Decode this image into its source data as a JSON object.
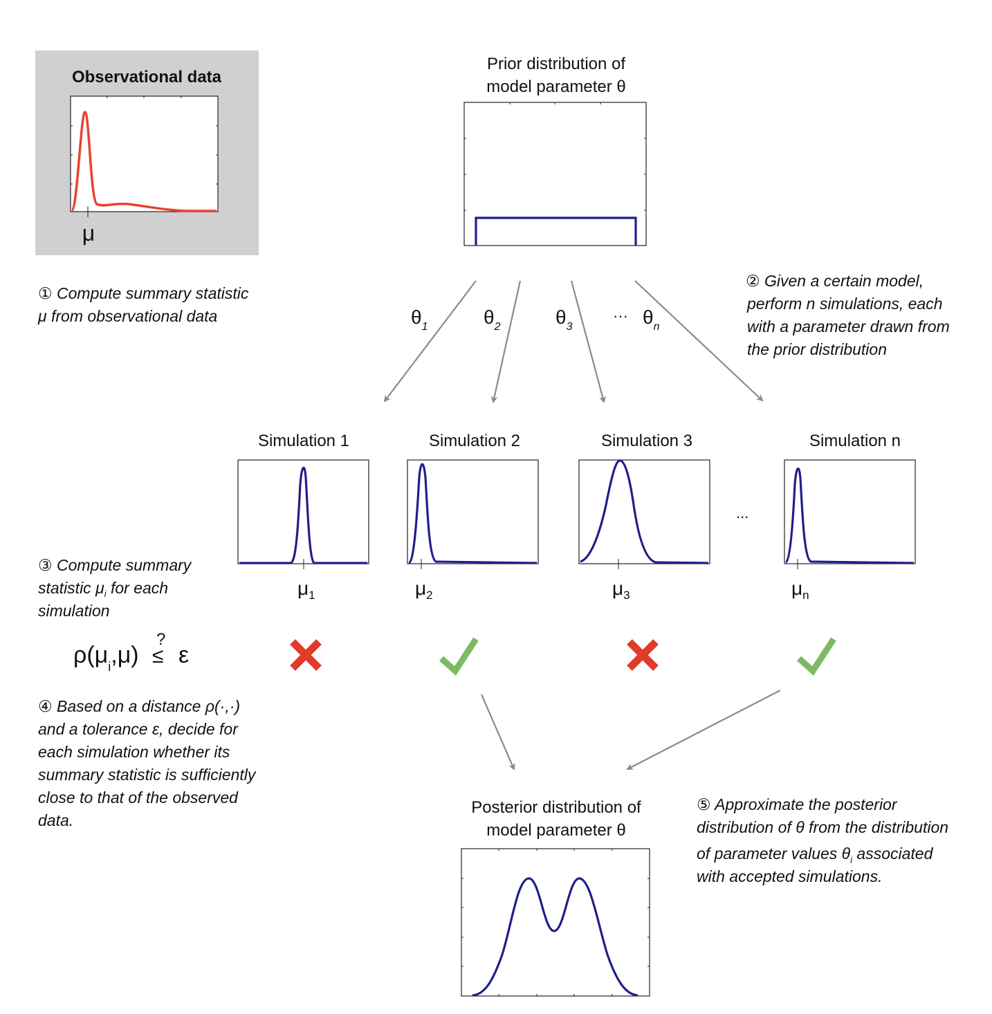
{
  "colors": {
    "observed_curve": "#e8432f",
    "model_curve": "#1f1f8a",
    "arrow": "#8a8a8a",
    "reject": "#e23b2a",
    "accept": "#7dbb63",
    "observed_panel_bg": "#d0d0d0"
  },
  "observational": {
    "title": "Observational data",
    "mu_label": "μ"
  },
  "prior": {
    "title_line1": "Prior distribution of",
    "title_line2": "model parameter θ",
    "distribution": "uniform"
  },
  "parameters": {
    "theta": "θ",
    "subscripts": [
      "1",
      "2",
      "3",
      "n"
    ],
    "ellipsis": "···"
  },
  "simulations": [
    {
      "title": "Simulation 1",
      "mu": "μ",
      "sub": "1",
      "result": "reject"
    },
    {
      "title": "Simulation 2",
      "mu": "μ",
      "sub": "2",
      "result": "accept"
    },
    {
      "title": "Simulation 3",
      "mu": "μ",
      "sub": "3",
      "result": "reject"
    },
    {
      "title": "Simulation n",
      "mu": "μ",
      "sub": "n",
      "result": "accept"
    }
  ],
  "sim_ellipsis": "...",
  "condition": {
    "left": "ρ(μ",
    "sub": "i",
    "right": ",μ)",
    "question": "?",
    "leq": "≤",
    "eps": "ε"
  },
  "posterior": {
    "title_line1": "Posterior distribution of",
    "title_line2": "model parameter θ"
  },
  "steps": {
    "s1": [
      "① Compute summary statistic",
      "μ from observational data"
    ],
    "s2": [
      "② Given a certain model,",
      "perform n simulations, each",
      "with a parameter drawn from",
      "the prior distribution"
    ],
    "s3": {
      "line1": "③ Compute summary",
      "line2_pre": "statistic μ",
      "line2_sub": "i",
      "line2_post": " for each",
      "line3": "simulation"
    },
    "s4": [
      "④ Based on a distance ρ(·,·)",
      "and a tolerance ε, decide for",
      "each simulation whether its",
      "summary statistic is sufficiently",
      "close to that of the observed",
      "data."
    ],
    "s5": {
      "line1": "⑤ Approximate the posterior",
      "line2": "distribution of θ from the distribution",
      "line3_pre": "of parameter values θ",
      "line3_sub": "i",
      "line3_post": " associated",
      "line4": "with accepted simulations."
    }
  }
}
